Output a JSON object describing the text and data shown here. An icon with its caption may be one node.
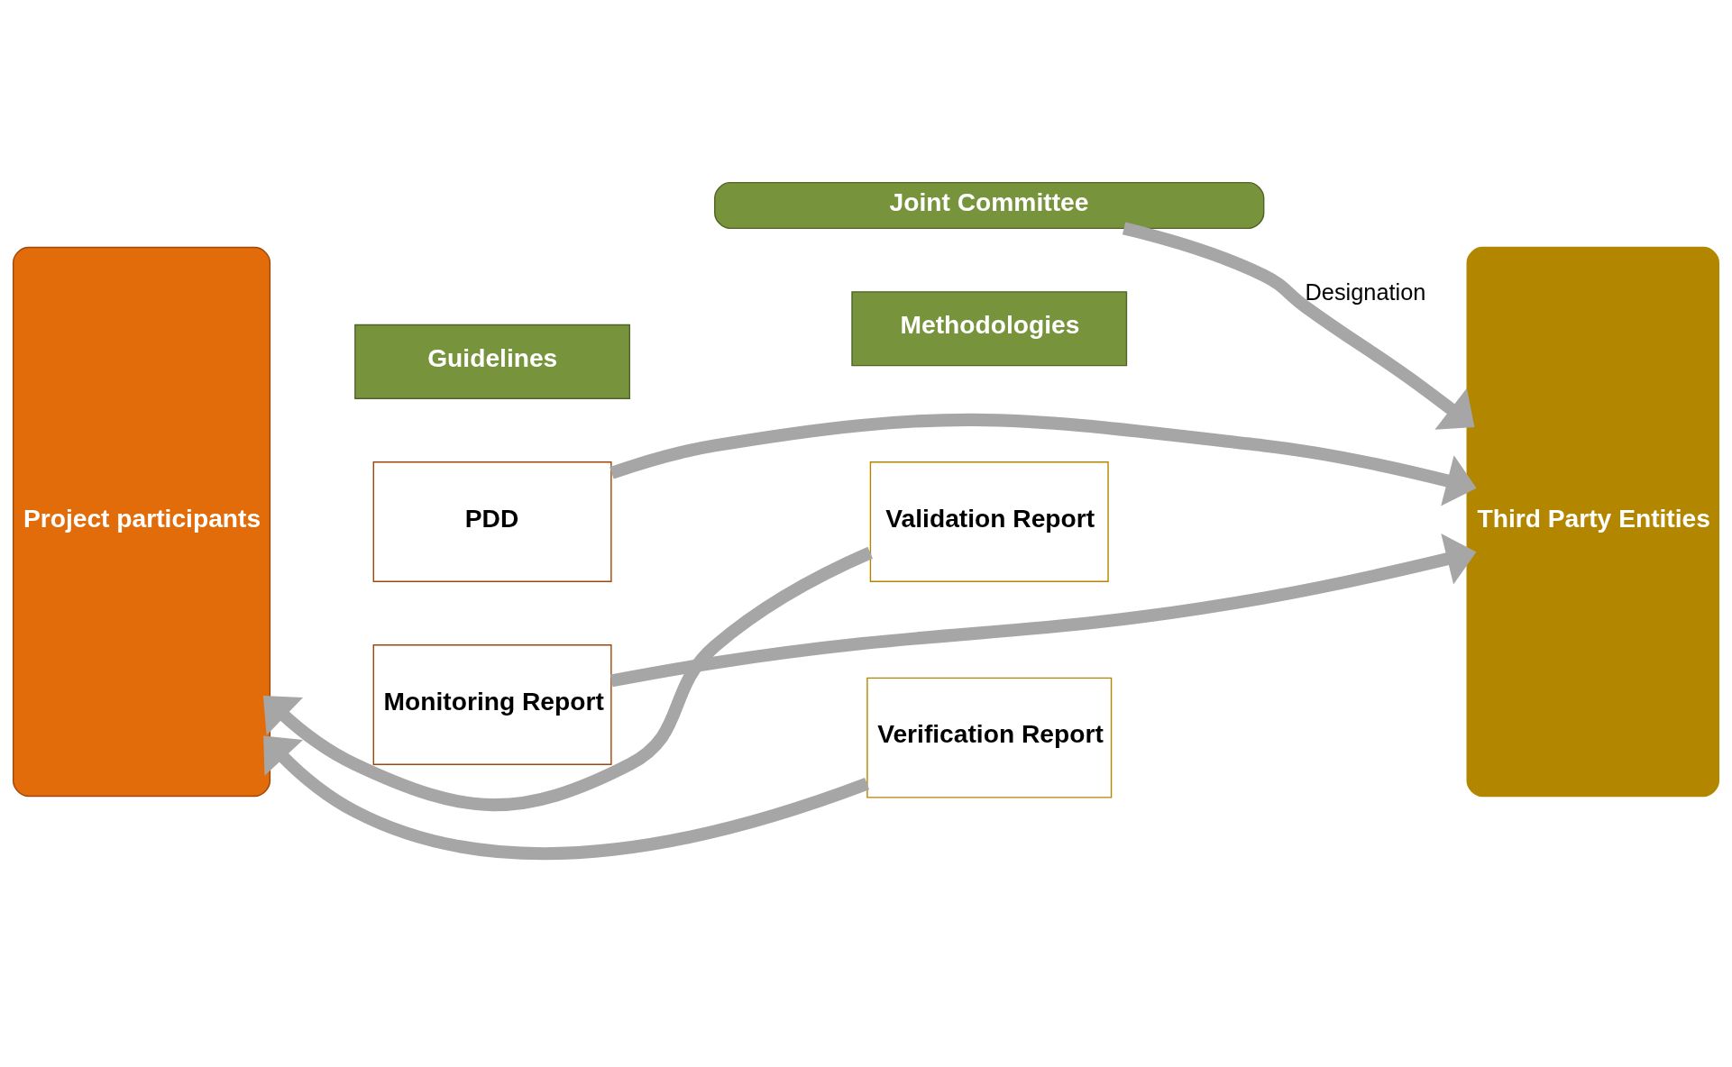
{
  "diagram": {
    "nodes": [
      {
        "text": [
          "Joint Committee"
        ]
      },
      {
        "text": [
          "Guidelines"
        ]
      },
      {
        "text": [
          "Methodologies"
        ]
      },
      {
        "text": [
          "Project participants"
        ]
      },
      {
        "text": [
          "PDD"
        ]
      },
      {
        "text": [
          "Validation Report"
        ]
      },
      {
        "text": [
          "Monitoring Report"
        ]
      },
      {
        "text": [
          "Verification Report"
        ]
      },
      {
        "text": [
          "Third Party Entities"
        ]
      }
    ],
    "edges": [
      {
        "from": 0,
        "to": 8,
        "arrow": "to",
        "label": "Designation"
      },
      {
        "from": 4,
        "to": 8,
        "arrow": "to"
      },
      {
        "from": 5,
        "to": 3,
        "arrow": "to"
      },
      {
        "from": 6,
        "to": 8,
        "arrow": "to"
      },
      {
        "from": 7,
        "to": 3,
        "arrow": "to"
      }
    ]
  }
}
